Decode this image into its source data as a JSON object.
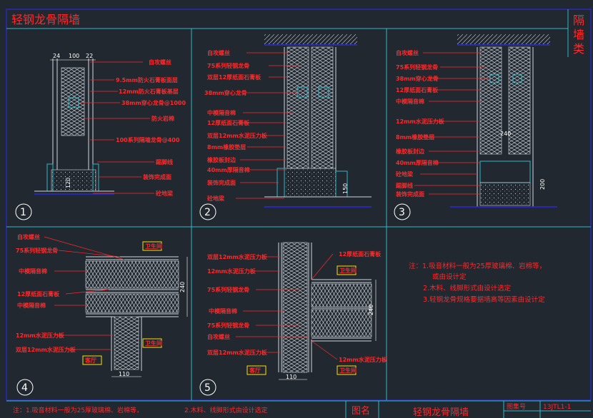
{
  "sheet": {
    "title": "轻钢龙骨隔墙",
    "side_tab": [
      "隔",
      "墙",
      "类"
    ]
  },
  "detail1": {
    "number": "1",
    "dims": [
      "24",
      "100",
      "22"
    ],
    "dim_base": "120",
    "labels": [
      "自攻螺丝",
      "9.5mm防火石膏板面层",
      "12mm防火石膏板基层",
      "38mm穿心龙骨@1000",
      "防火岩棉",
      "100系列隔墙龙骨@400",
      "踢脚线",
      "装饰完成面",
      "砼地梁"
    ]
  },
  "detail2": {
    "number": "2",
    "dim": "150",
    "labels": [
      "自攻螺丝",
      "75系列轻钢龙骨",
      "双层12厚纸面石膏板",
      "38mm穿心龙骨",
      "中模隔音棉",
      "12厚纸面石膏板",
      "双层12mm水泥压力板",
      "8mm橡胶垫层",
      "橡胶板封边",
      "40mm厚隔音棉",
      "装饰完成面",
      "砼地梁"
    ]
  },
  "detail3": {
    "number": "3",
    "dims": [
      "240",
      "200"
    ],
    "labels": [
      "自攻螺丝",
      "75系列轻钢龙骨",
      "38mm穿心龙骨",
      "12厚纸面石膏板",
      "中模隔音棉",
      "12mm水泥压力板",
      "8mm橡胶垫层",
      "橡胶板封边",
      "40mm厚隔音棉",
      "砼地梁",
      "踢脚线",
      "装饰完成面"
    ]
  },
  "detail4": {
    "number": "4",
    "dims": [
      "240",
      "110"
    ],
    "tags": [
      "卫生间",
      "卫生间",
      "客厅"
    ],
    "labels": [
      "自攻螺丝",
      "75系列轻钢龙骨",
      "中模隔音棉",
      "12厚纸面石膏板",
      "中模隔音棉",
      "12mm水泥压力板",
      "双层12mm水泥压力板"
    ]
  },
  "detail5": {
    "number": "5",
    "dims": [
      "240",
      "110"
    ],
    "tags": [
      "卫生间",
      "卫生间",
      "客厅"
    ],
    "labels": [
      "双层12mm水泥压力板",
      "12mm水泥压力板",
      "75系列轻钢龙骨",
      "中模隔音棉",
      "75系列轻钢龙骨",
      "自攻螺丝",
      "双层12mm水泥压力板",
      "12厚纸面石膏板",
      "12mm水泥压力板"
    ]
  },
  "notes": {
    "lines": [
      "注：1.吸音材料一般为25厚玻璃棉、岩棉等，",
      "或由设计定",
      "2.木料、线脚形式由设计选定",
      "3.轻钢龙骨规格要据墙高等因素由设计定"
    ]
  },
  "title_block": {
    "note_a": "注：1.吸音材料一般为25厚玻璃棉、岩棉等，",
    "note_b": "2.木料、线脚形式由设计选定",
    "label_name": "图名",
    "drawing_name": "轻钢龙骨隔墙",
    "label_sheet": "图集号",
    "sheet_no": "13JTL1-1"
  },
  "colors": {
    "background": "#212830",
    "frame": "#2b2bd8",
    "cyan": "#33b8c8",
    "red": "#ff2a2a",
    "yellow": "#ffe000"
  }
}
